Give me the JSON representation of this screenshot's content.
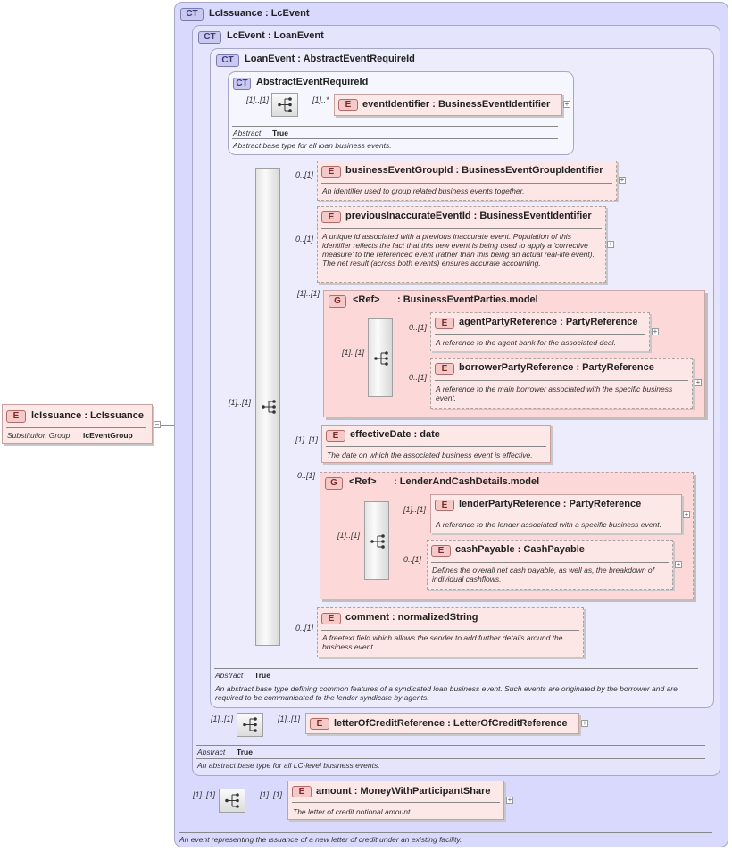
{
  "root_element": {
    "badge": "E",
    "title": "lcIssuance : LcIssuance",
    "subst_label": "Substitution Group",
    "subst_value": "lcEventGroup"
  },
  "types": {
    "lc_issuance": {
      "badge": "CT",
      "title": "LcIssuance : LcEvent",
      "doc": "An event representing the issuance of a new letter of credit under an existing facility."
    },
    "lc_event": {
      "badge": "CT",
      "title": "LcEvent : LoanEvent",
      "abstract_label": "Abstract",
      "abstract_value": "True",
      "doc": "An abstract base type for all LC-level business events."
    },
    "loan_event": {
      "badge": "CT",
      "title": "LoanEvent : AbstractEventRequireId",
      "abstract_label": "Abstract",
      "abstract_value": "True",
      "doc": "An abstract base type defining common features of a syndicated loan business event. Such events are originated by the borrower and are required to be communicated to the lender syndicate by agents."
    },
    "abstract_event": {
      "badge": "CT",
      "title": "AbstractEventRequireId",
      "abstract_label": "Abstract",
      "abstract_value": "True",
      "doc": "Abstract base type for all loan business events."
    }
  },
  "elements": {
    "event_identifier": {
      "badge": "E",
      "title": "eventIdentifier : BusinessEventIdentifier",
      "card": "[1]..*"
    },
    "business_event_group_id": {
      "badge": "E",
      "title": "businessEventGroupId : BusinessEventGroupIdentifier",
      "card": "0..[1]",
      "doc": "An identifier used to group related business events together."
    },
    "previous_inaccurate_event_id": {
      "badge": "E",
      "title": "previousInaccurateEventId : BusinessEventIdentifier",
      "card": "0..[1]",
      "doc": "A unique id associated with a previous inaccurate event. Population of this identifier reflects the fact that this new event is being used to apply a 'corrective measure' to the referenced event (rather than this being an actual real-life event). The net result (across both events) ensures accurate accounting."
    },
    "agent_party_reference": {
      "badge": "E",
      "title": "agentPartyReference : PartyReference",
      "card": "0..[1]",
      "doc": "A reference to the agent bank for the associated deal."
    },
    "borrower_party_reference": {
      "badge": "E",
      "title": "borrowerPartyReference : PartyReference",
      "card": "0..[1]",
      "doc": "A reference to the main borrower associated with the specific business event."
    },
    "effective_date": {
      "badge": "E",
      "title": "effectiveDate : date",
      "card": "[1]..[1]",
      "doc": "The date on which the associated business event is effective."
    },
    "lender_party_reference": {
      "badge": "E",
      "title": "lenderPartyReference : PartyReference",
      "card": "[1]..[1]",
      "doc": "A reference to the lender associated with a specific business event."
    },
    "cash_payable": {
      "badge": "E",
      "title": "cashPayable : CashPayable",
      "card": "0..[1]",
      "doc": "Defines the overall net cash payable, as well as, the breakdown of individual cashflows."
    },
    "comment": {
      "badge": "E",
      "title": "comment : normalizedString",
      "card": "0..[1]",
      "doc": "A freetext field which allows the sender to add further details around the business event."
    },
    "letter_of_credit_reference": {
      "badge": "E",
      "title": "letterOfCreditReference : LetterOfCreditReference",
      "card": "[1]..[1]"
    },
    "amount": {
      "badge": "E",
      "title": "amount : MoneyWithParticipantShare",
      "card": "[1]..[1]",
      "doc": "The letter of credit notional amount."
    }
  },
  "groups": {
    "business_event_parties": {
      "badge": "G",
      "ref": "<Ref>",
      "title": ": BusinessEventParties.model",
      "card": "[1]..[1]",
      "seq_card": "[1]..[1]"
    },
    "lender_and_cash": {
      "badge": "G",
      "ref": "<Ref>",
      "title": ": LenderAndCashDetails.model",
      "card": "0..[1]",
      "seq_card": "[1]..[1]"
    }
  },
  "sequences": {
    "abstract_seq_card": "[1]..[1]",
    "main_seq_card": "[1]..[1]",
    "lc_event_seq_card": "[1]..[1]",
    "lc_issuance_seq_card": "[1]..[1]"
  }
}
